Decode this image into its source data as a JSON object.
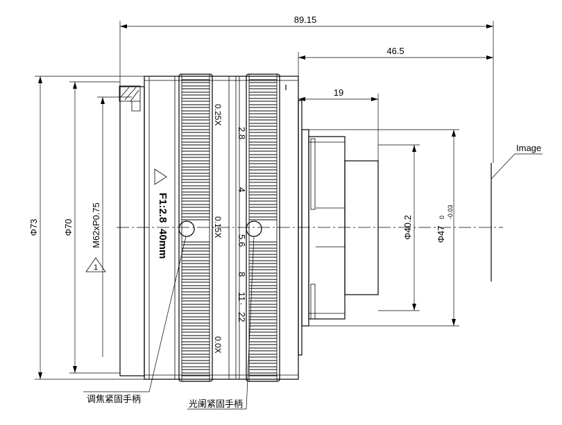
{
  "dimensions": {
    "overall_length": "89.15",
    "length_to_image": "46.5",
    "mount_length": "19",
    "dia_73": "Φ73",
    "dia_70": "Φ70",
    "thread": "M62xP0.75",
    "dia_40": "Φ40.2",
    "dia_47_main": "Φ47",
    "dia_47_upper": "0",
    "dia_47_lower": "-0.03"
  },
  "labels": {
    "image_plane": "Image",
    "focus_lock": "调焦紧固手柄",
    "iris_lock": "光阑紧固手柄",
    "lens_spec_f": "F1:2.8",
    "lens_spec_focal": "40mm",
    "warning_mark": "1"
  },
  "focus_scale": [
    "0.25X",
    "0.15X",
    "0.0X"
  ],
  "aperture_scale": [
    "2.8",
    "4",
    "5.6",
    "8",
    "11",
    "22"
  ],
  "aperture_dot": "·"
}
